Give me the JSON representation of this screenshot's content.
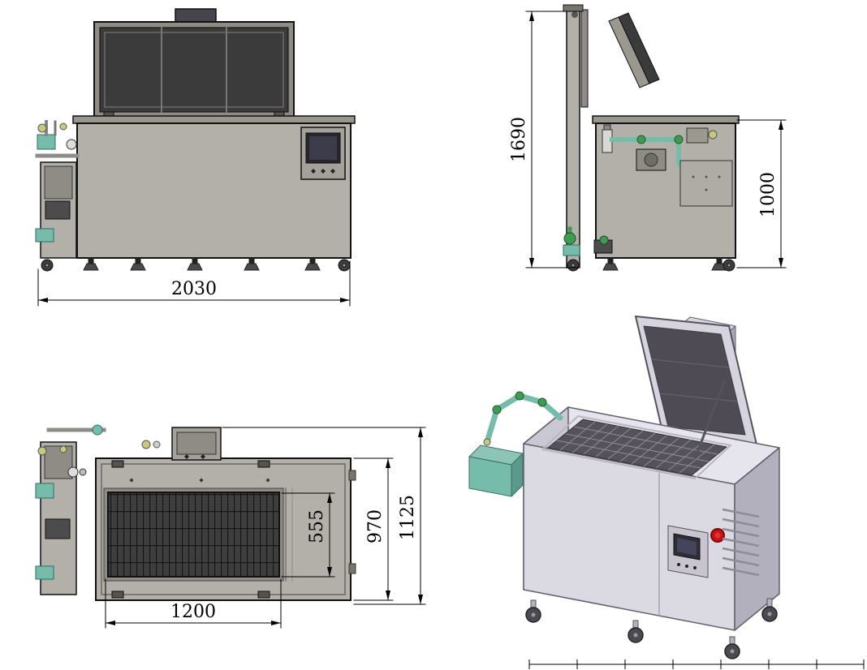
{
  "views": {
    "front_view": {
      "dims": {
        "overall_width": "2030"
      }
    },
    "side_view": {
      "dims": {
        "overall_height": "1690",
        "body_height": "1000"
      }
    },
    "top_view": {
      "dims": {
        "basket_depth": "555",
        "body_depth": "970",
        "overall_depth": "1125",
        "basket_width": "1200"
      }
    },
    "isometric_view": {}
  },
  "colors": {
    "outline": "#1a1a1a",
    "machine_gray": "#b2b0a8",
    "machine_gray_dark": "#97958d",
    "panel_dark": "#3b3b3b",
    "cabinet_dark": "#4c4c4c",
    "teal_pipe": "#76bcab",
    "green_fitting": "#3f9a52",
    "yellow_valve": "#c9c97e",
    "screen_dark": "#26262e",
    "iso_top": "#e6e4ec",
    "iso_front": "#dbd9e2",
    "iso_left": "#cac8d3",
    "iso_right": "#b3b0bd",
    "iso_lid_outer": "#d6d4de",
    "iso_lid_inner": "#4e4b55",
    "tank_opening": "#55525c",
    "emergency_red": "#cc1111"
  }
}
